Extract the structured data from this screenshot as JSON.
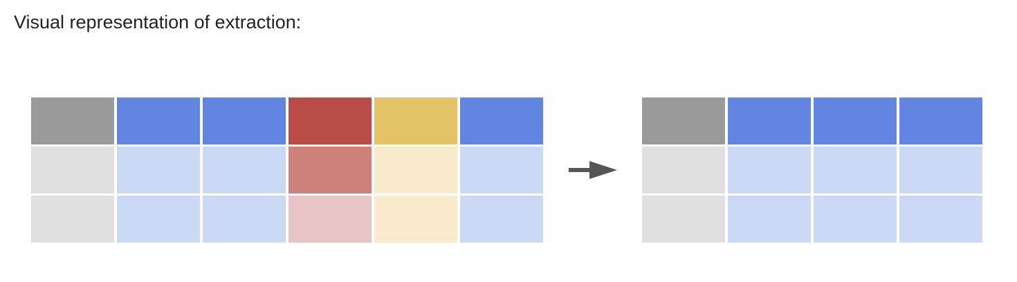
{
  "heading": "Visual representation of extraction:",
  "colors": {
    "gray_header": "#9a9a9a",
    "gray_body": "#e0e0e0",
    "blue_header": "#6185e0",
    "blue_body": "#cbd9f4",
    "red_header": "#b94c47",
    "red_body_1": "#ce817b",
    "red_body_2": "#e8c5c4",
    "yellow_header": "#e3c365",
    "yellow_body": "#f7ebcc",
    "arrow": "#555555"
  },
  "diagram": {
    "source_table": {
      "rows": [
        [
          "gray_header",
          "blue_header",
          "blue_header",
          "red_header",
          "yellow_header",
          "blue_header"
        ],
        [
          "gray_body",
          "blue_body",
          "blue_body",
          "red_body_1",
          "yellow_body",
          "blue_body"
        ],
        [
          "gray_body",
          "blue_body",
          "blue_body",
          "red_body_2",
          "yellow_body",
          "blue_body"
        ]
      ]
    },
    "arrow_icon": "right-arrow-icon",
    "result_table": {
      "rows": [
        [
          "gray_header",
          "blue_header",
          "blue_header",
          "blue_header"
        ],
        [
          "gray_body",
          "blue_body",
          "blue_body",
          "blue_body"
        ],
        [
          "gray_body",
          "blue_body",
          "blue_body",
          "blue_body"
        ]
      ]
    }
  }
}
